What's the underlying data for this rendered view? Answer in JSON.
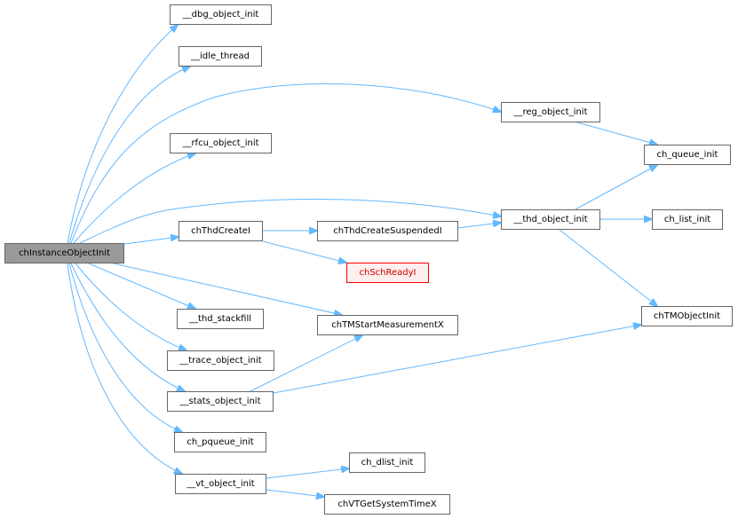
{
  "graph": {
    "root": "chInstanceObjectInit",
    "nodes": {
      "dbg": "__dbg_object_init",
      "idle": "__idle_thread",
      "reg": "__reg_object_init",
      "rfcu": "__rfcu_object_init",
      "thdcreate": "chThdCreateI",
      "thdsusp": "chThdCreateSuspendedI",
      "thdobj": "__thd_object_init",
      "ready": "chSchReadyI",
      "stackfill": "__thd_stackfill",
      "tmstart": "chTMStartMeasurementX",
      "trace": "__trace_object_init",
      "stats": "__stats_object_init",
      "pqueue": "ch_pqueue_init",
      "vt": "__vt_object_init",
      "dlist": "ch_dlist_init",
      "systime": "chVTGetSystemTimeX",
      "queue": "ch_queue_init",
      "list": "ch_list_init",
      "tmobj": "chTMObjectInit"
    },
    "colors": {
      "edge": "#63b8ff",
      "root_fill": "#999999",
      "missing_border": "#ff0000"
    }
  }
}
